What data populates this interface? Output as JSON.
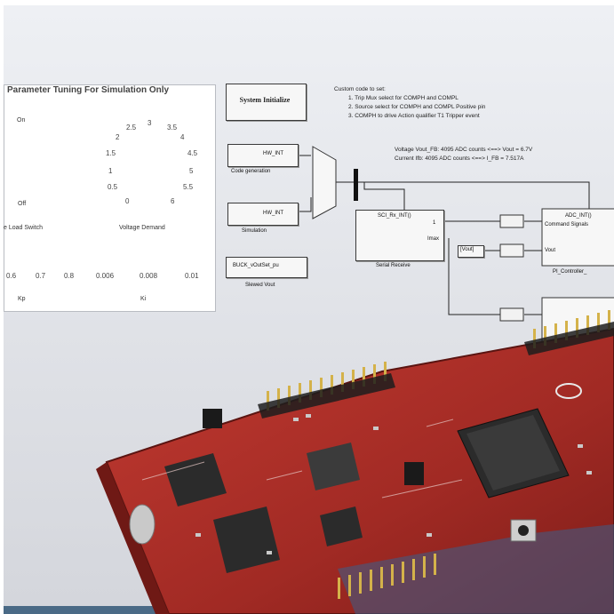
{
  "panel": {
    "title": "Parameter Tuning For Simulation Only",
    "switch_on": "On",
    "switch_off": "Off",
    "switch_label": "e Load Switch",
    "knob_label": "Voltage Demand",
    "knob_ticks": [
      "0.5",
      "1",
      "1.5",
      "2",
      "2.5",
      "3",
      "3.5",
      "4",
      "4.5",
      "5",
      "5.5",
      "0",
      "6"
    ],
    "kp_ticks": [
      "0.6",
      "0.7",
      "0.8"
    ],
    "kp_label": "Kp",
    "ki_ticks": [
      "0.006",
      "0.008",
      "0.01"
    ],
    "ki_label": "Ki"
  },
  "blocks": {
    "system_init": "System Initialize",
    "hw_int_1": "HW_INT",
    "code_gen": "Code generation",
    "hw_int_2": "HW_INT",
    "simulation": "Simulation",
    "buck": "BUCK_vOutSet_pu",
    "slewed": "Slewed Vout",
    "sci": "SCI_Rx_INT()",
    "sci_port1": "1",
    "sci_port2": "Imax",
    "serial": "Serial Receive",
    "vout_tag": "[Vout]",
    "adc": "ADC_INT()",
    "cmd": "Command Signals",
    "vout_port": "Vout",
    "pi": "PI_Controller_"
  },
  "notes": {
    "custom": "Custom code to set:",
    "line1": "1. Trip Mux select for COMPH and COMPL",
    "line2": "2. Source select for COMPH and COMPL Positive pin",
    "line3": "3. COMPH to drive Action qualifier T1 Tripper event",
    "voltage": "Voltage Vout_FB: 4095 ADC counts <==> Vout = 6.7V",
    "current": "Current Ifb: 4095 ADC counts <==> I_FB = 7.517A"
  },
  "board": {
    "color": "#b0302a",
    "chip_color": "#2b2b2b"
  }
}
